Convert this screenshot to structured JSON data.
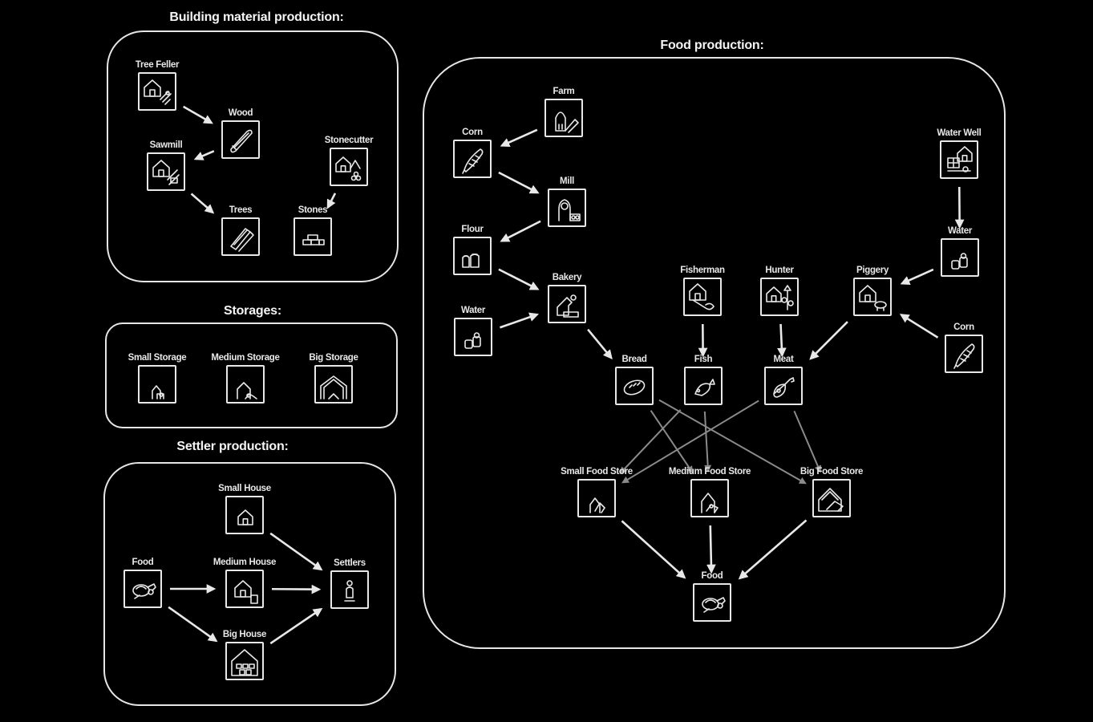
{
  "panels": {
    "building": {
      "title": "Building material production:"
    },
    "storages": {
      "title": "Storages:"
    },
    "settler": {
      "title": "Settler production:"
    },
    "food": {
      "title": "Food production:"
    }
  },
  "nodes": {
    "tree_feller": {
      "label": "Tree Feller",
      "icon": "lumberjack-hut-icon"
    },
    "wood": {
      "label": "Wood",
      "icon": "log-icon"
    },
    "sawmill": {
      "label": "Sawmill",
      "icon": "sawmill-icon"
    },
    "stonecutter": {
      "label": "Stonecutter",
      "icon": "stonecutter-icon"
    },
    "trees": {
      "label": "Trees",
      "icon": "planks-icon"
    },
    "stones": {
      "label": "Stones",
      "icon": "stone-pile-icon"
    },
    "small_storage": {
      "label": "Small Storage",
      "icon": "small-storage-icon"
    },
    "medium_storage": {
      "label": "Medium Storage",
      "icon": "medium-storage-icon"
    },
    "big_storage": {
      "label": "Big Storage",
      "icon": "big-storage-icon"
    },
    "small_house": {
      "label": "Small House",
      "icon": "small-house-icon"
    },
    "settler_food": {
      "label": "Food",
      "icon": "food-icon"
    },
    "medium_house": {
      "label": "Medium House",
      "icon": "medium-house-icon"
    },
    "settlers": {
      "label": "Settlers",
      "icon": "settler-icon"
    },
    "big_house": {
      "label": "Big House",
      "icon": "big-house-icon"
    },
    "farm": {
      "label": "Farm",
      "icon": "farm-icon"
    },
    "corn_left": {
      "label": "Corn",
      "icon": "corn-icon"
    },
    "mill": {
      "label": "Mill",
      "icon": "mill-icon"
    },
    "flour": {
      "label": "Flour",
      "icon": "flour-sacks-icon"
    },
    "bakery": {
      "label": "Bakery",
      "icon": "bakery-icon"
    },
    "water_left": {
      "label": "Water",
      "icon": "water-buckets-icon"
    },
    "fisherman": {
      "label": "Fisherman",
      "icon": "fisherman-hut-icon"
    },
    "hunter": {
      "label": "Hunter",
      "icon": "hunter-hut-icon"
    },
    "piggery": {
      "label": "Piggery",
      "icon": "piggery-icon"
    },
    "water_well": {
      "label": "Water Well",
      "icon": "water-well-icon"
    },
    "water_right": {
      "label": "Water",
      "icon": "water-buckets-icon"
    },
    "corn_right": {
      "label": "Corn",
      "icon": "corn-icon"
    },
    "bread": {
      "label": "Bread",
      "icon": "bread-icon"
    },
    "fish": {
      "label": "Fish",
      "icon": "fish-icon"
    },
    "meat": {
      "label": "Meat",
      "icon": "meat-icon"
    },
    "small_food_store": {
      "label": "Small Food Store",
      "icon": "small-food-store-icon"
    },
    "medium_food_store": {
      "label": "Medium Food Store",
      "icon": "medium-food-store-icon"
    },
    "big_food_store": {
      "label": "Big Food Store",
      "icon": "big-food-store-icon"
    },
    "food_final": {
      "label": "Food",
      "icon": "food-icon"
    }
  },
  "edges": [
    {
      "from": "tree_feller",
      "to": "wood"
    },
    {
      "from": "wood",
      "to": "sawmill"
    },
    {
      "from": "sawmill",
      "to": "trees"
    },
    {
      "from": "stonecutter",
      "to": "stones"
    },
    {
      "from": "settler_food",
      "to": "medium_house"
    },
    {
      "from": "settler_food",
      "to": "big_house"
    },
    {
      "from": "small_house",
      "to": "settlers"
    },
    {
      "from": "medium_house",
      "to": "settlers"
    },
    {
      "from": "big_house",
      "to": "settlers"
    },
    {
      "from": "farm",
      "to": "corn_left"
    },
    {
      "from": "corn_left",
      "to": "mill"
    },
    {
      "from": "mill",
      "to": "flour"
    },
    {
      "from": "flour",
      "to": "bakery"
    },
    {
      "from": "water_left",
      "to": "bakery"
    },
    {
      "from": "bakery",
      "to": "bread"
    },
    {
      "from": "fisherman",
      "to": "fish"
    },
    {
      "from": "hunter",
      "to": "meat"
    },
    {
      "from": "piggery",
      "to": "meat"
    },
    {
      "from": "water_well",
      "to": "water_right"
    },
    {
      "from": "water_right",
      "to": "piggery"
    },
    {
      "from": "corn_right",
      "to": "piggery"
    },
    {
      "from": "bread",
      "to": "medium_food_store",
      "style": "gray"
    },
    {
      "from": "bread",
      "to": "big_food_store",
      "style": "gray"
    },
    {
      "from": "fish",
      "to": "small_food_store",
      "style": "gray"
    },
    {
      "from": "fish",
      "to": "medium_food_store",
      "style": "gray"
    },
    {
      "from": "meat",
      "to": "small_food_store",
      "style": "gray"
    },
    {
      "from": "meat",
      "to": "big_food_store",
      "style": "gray"
    },
    {
      "from": "small_food_store",
      "to": "food_final"
    },
    {
      "from": "medium_food_store",
      "to": "food_final"
    },
    {
      "from": "big_food_store",
      "to": "food_final"
    }
  ],
  "colors": {
    "background": "#000000",
    "line": "#e8e8e8",
    "gray_arrow": "#8a8a8a"
  }
}
